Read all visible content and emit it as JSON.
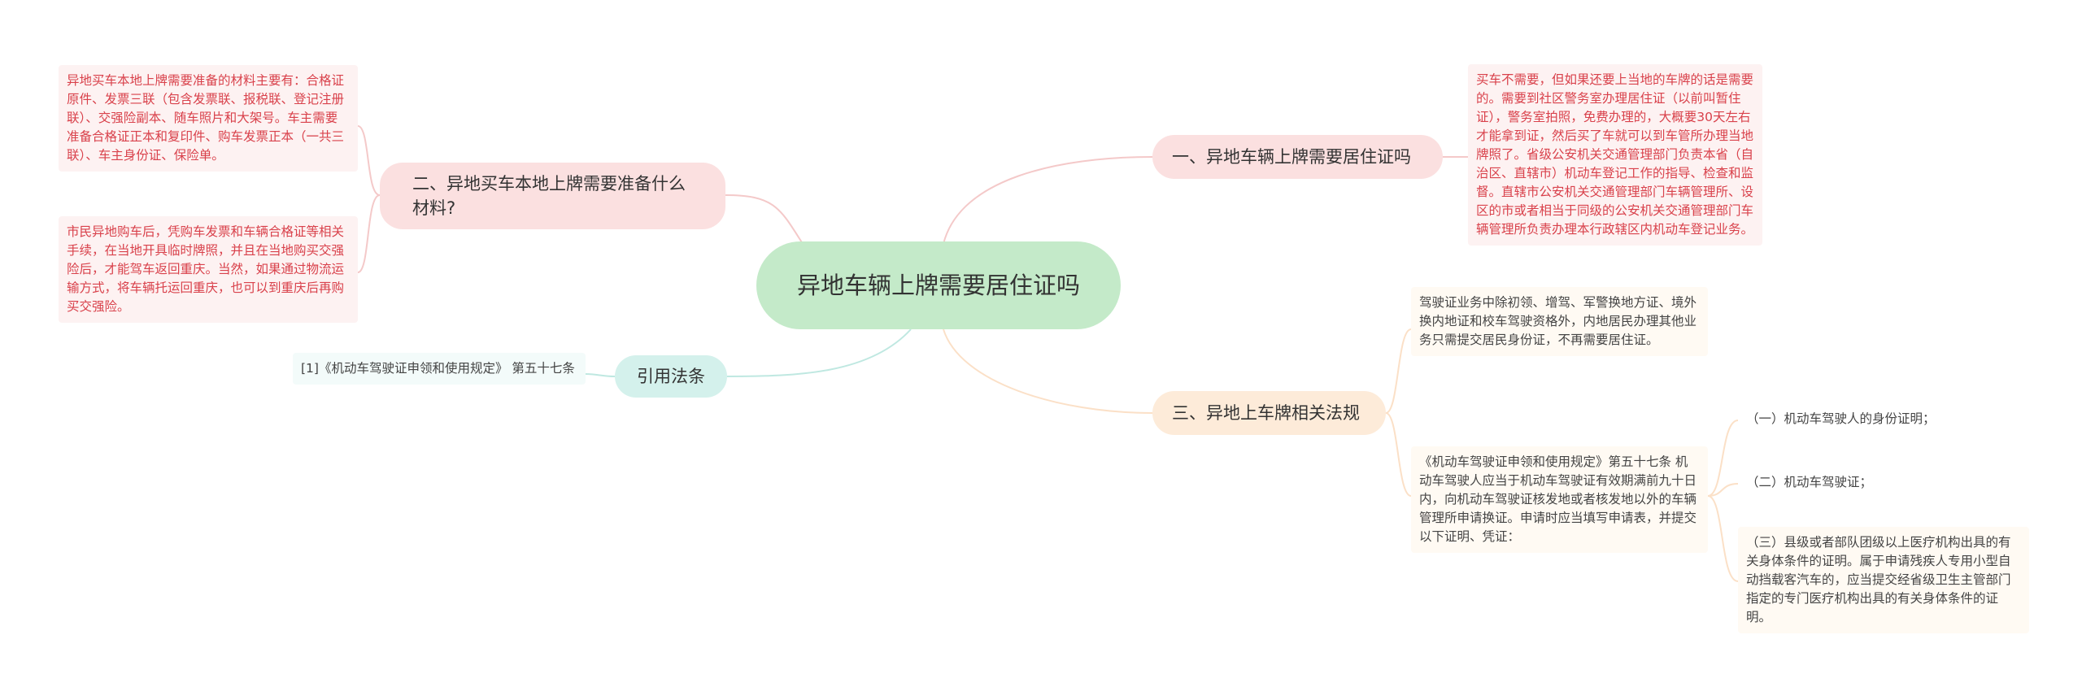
{
  "center": {
    "title": "异地车辆上牌需要居住证吗"
  },
  "branches": {
    "b1": {
      "label": "一、异地车辆上牌需要居住证吗",
      "text": "买车不需要，但如果还要上当地的车牌的话是需要的。需要到社区警务室办理居住证（以前叫暂住证），警务室拍照，免费办理的，大概要30天左右才能拿到证，然后买了车就可以到车管所办理当地牌照了。省级公安机关交通管理部门负责本省（自治区、直辖市）机动车登记工作的指导、检查和监督。直辖市公安机关交通管理部门车辆管理所、设区的市或者相当于同级的公安机关交通管理部门车辆管理所负责办理本行政辖区内机动车登记业务。"
    },
    "b2": {
      "label": "二、异地买车本地上牌需要准备什么材料?",
      "text_a": "异地买车本地上牌需要准备的材料主要有：合格证原件、发票三联（包含发票联、报税联、登记注册联）、交强险副本、随车照片和大架号。车主需要准备合格证正本和复印件、购车发票正本（一共三联）、车主身份证、保险单。",
      "text_b": "市民异地购车后，凭购车发票和车辆合格证等相关手续，在当地开具临时牌照，并且在当地购买交强险后，才能驾车返回重庆。当然，如果通过物流运输方式，将车辆托运回重庆，也可以到重庆后再购买交强险。"
    },
    "b3": {
      "label": "三、异地上车牌相关法规",
      "text_a": "驾驶证业务中除初领、增驾、军警换地方证、境外换内地证和校车驾驶资格外，内地居民办理其他业务只需提交居民身份证，不再需要居住证。",
      "text_b": "《机动车驾驶证申领和使用规定》第五十七条 机动车驾驶人应当于机动车驾驶证有效期满前九十日内，向机动车驾驶证核发地或者核发地以外的车辆管理所申请换证。申请时应当填写申请表，并提交以下证明、凭证：",
      "sub": [
        "（一）机动车驾驶人的身份证明；",
        "（二）机动车驾驶证；",
        "（三）县级或者部队团级以上医疗机构出具的有关身体条件的证明。属于申请残疾人专用小型自动挡载客汽车的，应当提交经省级卫生主管部门指定的专门医疗机构出具的有关身体条件的证明。"
      ]
    },
    "b4": {
      "label": "引用法条",
      "text": "[1]《机动车驾驶证申领和使用规定》 第五十七条"
    }
  },
  "colors": {
    "center_bg": "#c4eac9",
    "pink_branch": "#fbe0e0",
    "orange_branch": "#fdebd9",
    "mint_branch": "#d4f1ec",
    "pink_text": "#d9414b"
  }
}
